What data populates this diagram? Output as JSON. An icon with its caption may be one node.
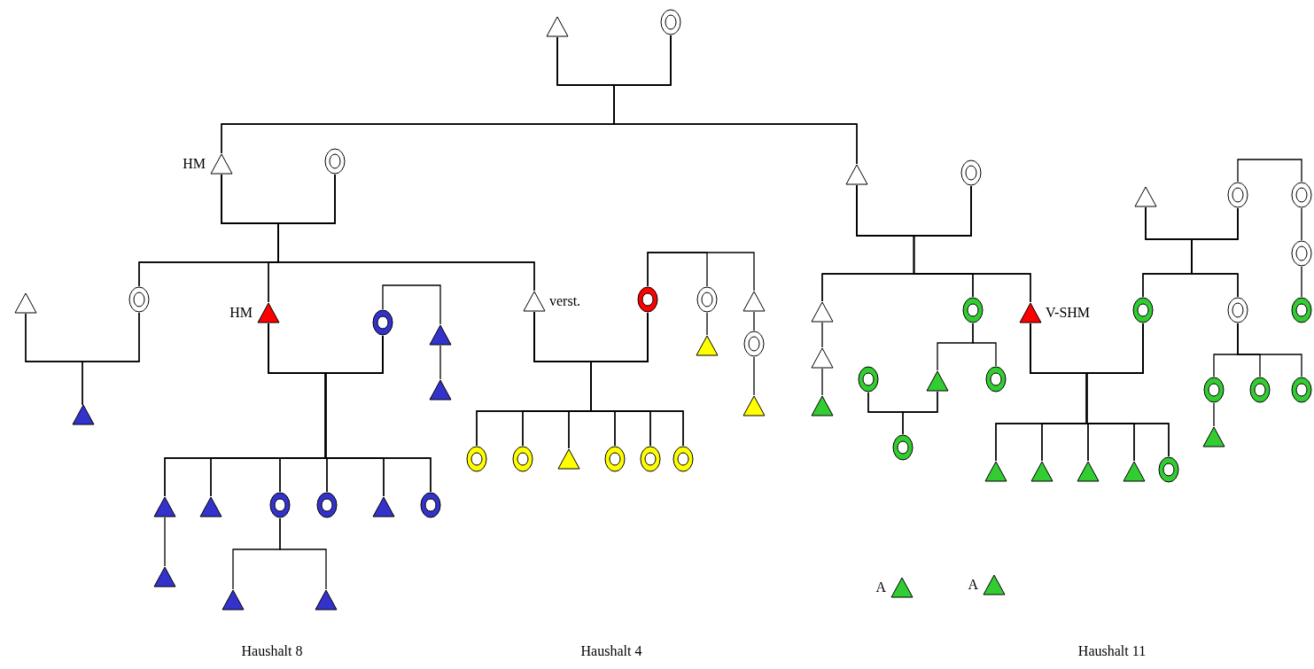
{
  "diagram": {
    "nodes": [
      {
        "text": [],
        "shape": "triangle"
      },
      {
        "text": [],
        "shape": "circle"
      },
      {
        "text": [],
        "shape": "triangle",
        "beside": [
          "HM"
        ]
      },
      {
        "text": [],
        "shape": "circle"
      },
      {
        "text": [],
        "shape": "triangle"
      },
      {
        "text": [],
        "shape": "circle"
      },
      {
        "text": [],
        "shape": "triangle"
      },
      {
        "text": [],
        "shape": "triangle",
        "beside": [
          "HM"
        ]
      },
      {
        "text": [],
        "shape": "circle"
      },
      {
        "text": [],
        "shape": "triangle"
      },
      {
        "text": [],
        "shape": "triangle"
      },
      {
        "text": [],
        "shape": "triangle"
      },
      {
        "text": [],
        "shape": "triangle"
      },
      {
        "text": [],
        "shape": "circle"
      },
      {
        "text": [],
        "shape": "circle"
      },
      {
        "text": [],
        "shape": "triangle"
      },
      {
        "text": [],
        "shape": "circle"
      },
      {
        "text": [],
        "shape": "triangle"
      },
      {
        "text": [],
        "shape": "triangle"
      },
      {
        "text": [],
        "shape": "triangle"
      },
      {
        "text": [],
        "shape": "triangle",
        "beside": [
          "verst."
        ]
      },
      {
        "text": [],
        "shape": "circle"
      },
      {
        "text": [],
        "shape": "circle"
      },
      {
        "text": [],
        "shape": "triangle"
      },
      {
        "text": [],
        "shape": "triangle"
      },
      {
        "text": [],
        "shape": "circle"
      },
      {
        "text": [],
        "shape": "triangle"
      },
      {
        "text": [],
        "shape": "circle"
      },
      {
        "text": [],
        "shape": "circle"
      },
      {
        "text": [],
        "shape": "triangle"
      },
      {
        "text": [],
        "shape": "circle"
      },
      {
        "text": [],
        "shape": "circle"
      },
      {
        "text": [],
        "shape": "circle"
      },
      {
        "text": [],
        "shape": "triangle"
      },
      {
        "text": [],
        "shape": "circle"
      },
      {
        "text": [],
        "shape": "triangle"
      },
      {
        "text": [],
        "shape": "triangle"
      },
      {
        "text": [],
        "shape": "triangle"
      },
      {
        "text": [],
        "shape": "circle"
      },
      {
        "text": [],
        "shape": "circle"
      },
      {
        "text": [],
        "shape": "triangle"
      },
      {
        "text": [],
        "shape": "circle"
      },
      {
        "text": [],
        "shape": "circle"
      },
      {
        "text": [],
        "shape": "triangle",
        "beside": [
          "V-SHM"
        ]
      },
      {
        "text": [],
        "shape": "circle"
      },
      {
        "text": [],
        "shape": "triangle"
      },
      {
        "text": [],
        "shape": "circle"
      },
      {
        "text": [],
        "shape": "circle"
      },
      {
        "text": [],
        "shape": "circle"
      },
      {
        "text": [],
        "shape": "circle"
      },
      {
        "text": [],
        "shape": "circle"
      },
      {
        "text": [],
        "shape": "triangle"
      },
      {
        "text": [],
        "shape": "triangle"
      },
      {
        "text": [],
        "shape": "triangle"
      },
      {
        "text": [],
        "shape": "triangle"
      },
      {
        "text": [],
        "shape": "circle"
      },
      {
        "text": [],
        "shape": "circle"
      },
      {
        "text": [],
        "shape": "circle"
      },
      {
        "text": [],
        "shape": "circle"
      },
      {
        "text": [],
        "shape": "triangle"
      },
      {
        "text": [],
        "shape": "triangle",
        "beside": [
          "A"
        ]
      },
      {
        "text": [],
        "shape": "triangle",
        "beside": [
          "A"
        ]
      }
    ],
    "edges": [
      {
        "from": 0,
        "to": 1,
        "arrow": "none"
      },
      {
        "from": 0,
        "to": 2,
        "arrow": "none"
      },
      {
        "from": 1,
        "to": 2,
        "arrow": "none"
      },
      {
        "from": 0,
        "to": 33,
        "arrow": "none"
      },
      {
        "from": 1,
        "to": 33,
        "arrow": "none"
      },
      {
        "from": 2,
        "to": 3,
        "arrow": "none"
      },
      {
        "from": 2,
        "to": 5,
        "arrow": "none"
      },
      {
        "from": 3,
        "to": 5,
        "arrow": "none"
      },
      {
        "from": 2,
        "to": 7,
        "arrow": "none"
      },
      {
        "from": 3,
        "to": 7,
        "arrow": "none"
      },
      {
        "from": 2,
        "to": 20,
        "arrow": "none"
      },
      {
        "from": 3,
        "to": 20,
        "arrow": "none"
      },
      {
        "from": 4,
        "to": 5,
        "arrow": "none"
      },
      {
        "from": 4,
        "to": 6,
        "arrow": "none"
      },
      {
        "from": 5,
        "to": 6,
        "arrow": "none"
      },
      {
        "from": 7,
        "to": 8,
        "arrow": "none"
      },
      {
        "from": 7,
        "to": 11,
        "arrow": "none"
      },
      {
        "from": 7,
        "to": 12,
        "arrow": "none"
      },
      {
        "from": 7,
        "to": 13,
        "arrow": "none"
      },
      {
        "from": 7,
        "to": 14,
        "arrow": "none"
      },
      {
        "from": 7,
        "to": 15,
        "arrow": "none"
      },
      {
        "from": 7,
        "to": 16,
        "arrow": "none"
      },
      {
        "from": 8,
        "to": 11,
        "arrow": "none"
      },
      {
        "from": 8,
        "to": 12,
        "arrow": "none"
      },
      {
        "from": 8,
        "to": 13,
        "arrow": "none"
      },
      {
        "from": 8,
        "to": 14,
        "arrow": "none"
      },
      {
        "from": 8,
        "to": 15,
        "arrow": "none"
      },
      {
        "from": 8,
        "to": 16,
        "arrow": "none"
      },
      {
        "from": 8,
        "to": 9,
        "arrow": "none"
      },
      {
        "from": 9,
        "to": 10,
        "arrow": "none"
      },
      {
        "from": 11,
        "to": 17,
        "arrow": "none"
      },
      {
        "from": 13,
        "to": 18,
        "arrow": "none"
      },
      {
        "from": 13,
        "to": 19,
        "arrow": "none"
      },
      {
        "from": 20,
        "to": 21,
        "arrow": "none"
      },
      {
        "from": 20,
        "to": 27,
        "arrow": "none"
      },
      {
        "from": 20,
        "to": 28,
        "arrow": "none"
      },
      {
        "from": 20,
        "to": 29,
        "arrow": "none"
      },
      {
        "from": 20,
        "to": 30,
        "arrow": "none"
      },
      {
        "from": 20,
        "to": 31,
        "arrow": "none"
      },
      {
        "from": 20,
        "to": 32,
        "arrow": "none"
      },
      {
        "from": 21,
        "to": 27,
        "arrow": "none"
      },
      {
        "from": 21,
        "to": 28,
        "arrow": "none"
      },
      {
        "from": 21,
        "to": 29,
        "arrow": "none"
      },
      {
        "from": 21,
        "to": 30,
        "arrow": "none"
      },
      {
        "from": 21,
        "to": 31,
        "arrow": "none"
      },
      {
        "from": 21,
        "to": 32,
        "arrow": "none"
      },
      {
        "from": 21,
        "to": 22,
        "arrow": "none"
      },
      {
        "from": 22,
        "to": 23,
        "arrow": "none"
      },
      {
        "from": 21,
        "to": 24,
        "arrow": "none"
      },
      {
        "from": 24,
        "to": 25,
        "arrow": "none"
      },
      {
        "from": 25,
        "to": 26,
        "arrow": "none"
      },
      {
        "from": 33,
        "to": 34,
        "arrow": "none"
      },
      {
        "from": 33,
        "to": 35,
        "arrow": "none"
      },
      {
        "from": 34,
        "to": 35,
        "arrow": "none"
      },
      {
        "from": 33,
        "to": 38,
        "arrow": "none"
      },
      {
        "from": 34,
        "to": 38,
        "arrow": "none"
      },
      {
        "from": 33,
        "to": 43,
        "arrow": "none"
      },
      {
        "from": 34,
        "to": 43,
        "arrow": "none"
      },
      {
        "from": 35,
        "to": 36,
        "arrow": "none"
      },
      {
        "from": 36,
        "to": 37,
        "arrow": "none"
      },
      {
        "from": 38,
        "to": 40,
        "arrow": "none"
      },
      {
        "from": 38,
        "to": 41,
        "arrow": "none"
      },
      {
        "from": 39,
        "to": 40,
        "arrow": "none"
      },
      {
        "from": 39,
        "to": 42,
        "arrow": "none"
      },
      {
        "from": 40,
        "to": 42,
        "arrow": "none"
      },
      {
        "from": 43,
        "to": 44,
        "arrow": "none"
      },
      {
        "from": 43,
        "to": 51,
        "arrow": "none"
      },
      {
        "from": 43,
        "to": 52,
        "arrow": "none"
      },
      {
        "from": 43,
        "to": 53,
        "arrow": "none"
      },
      {
        "from": 43,
        "to": 54,
        "arrow": "none"
      },
      {
        "from": 43,
        "to": 55,
        "arrow": "none"
      },
      {
        "from": 44,
        "to": 51,
        "arrow": "none"
      },
      {
        "from": 44,
        "to": 52,
        "arrow": "none"
      },
      {
        "from": 44,
        "to": 53,
        "arrow": "none"
      },
      {
        "from": 44,
        "to": 54,
        "arrow": "none"
      },
      {
        "from": 44,
        "to": 55,
        "arrow": "none"
      },
      {
        "from": 45,
        "to": 46,
        "arrow": "none"
      },
      {
        "from": 45,
        "to": 44,
        "arrow": "none"
      },
      {
        "from": 46,
        "to": 44,
        "arrow": "none"
      },
      {
        "from": 45,
        "to": 49,
        "arrow": "none"
      },
      {
        "from": 46,
        "to": 49,
        "arrow": "none"
      },
      {
        "from": 46,
        "to": 47,
        "arrow": "none"
      },
      {
        "from": 47,
        "to": 48,
        "arrow": "none"
      },
      {
        "from": 48,
        "to": 50,
        "arrow": "none"
      },
      {
        "from": 49,
        "to": 56,
        "arrow": "none"
      },
      {
        "from": 49,
        "to": 57,
        "arrow": "none"
      },
      {
        "from": 49,
        "to": 58,
        "arrow": "none"
      },
      {
        "from": 56,
        "to": 59,
        "arrow": "none"
      }
    ],
    "labels": [
      "Haushalt 8",
      "Haushalt 4",
      "Haushalt 11"
    ]
  }
}
